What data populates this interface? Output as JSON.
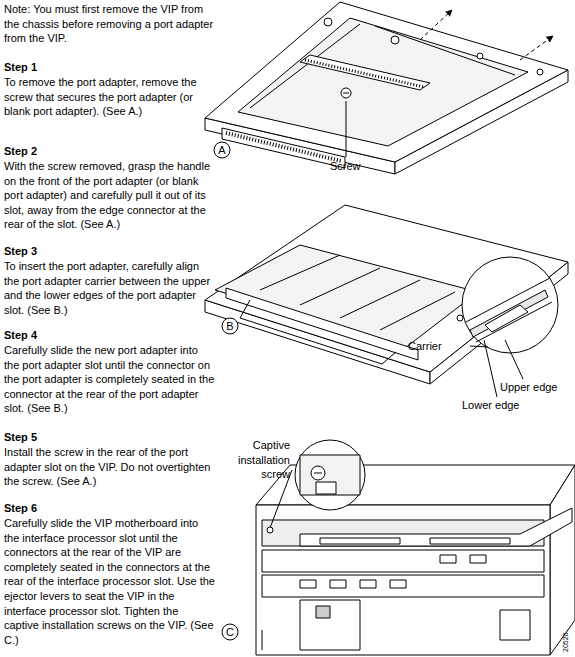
{
  "diagram": {
    "labels": [
      "Note: You must first remove the VIP from the chassis before removing a port adapter from the VIP.",
      "Step 1",
      "To remove the port adapter, remove the screw that secures the port adapter (or blank port adapter). (See A.)",
      "Step 2",
      "With the screw removed, grasp the handle on the front of the port adapter (or blank port adapter) and carefully pull it out of its slot, away from the edge connector at the rear of the slot. (See A.)",
      "Step 3",
      "To insert the port adapter, carefully align the port adapter carrier between the upper and the lower edges of the port adapter slot. (See B.)",
      "Step 4",
      "Carefully slide the new port adapter into the port adapter slot until the connector on the port adapter is completely seated in the connector at the rear of the port adapter slot. (See B.)",
      "Step 5",
      "Install the screw in the rear of the port adapter slot on the VIP. Do not overtighten the screw. (See A.)",
      "Step 6",
      "Carefully slide the VIP motherboard into the interface processor slot until the connectors at the rear of the VIP are completely seated in the connectors at the rear of the interface processor slot. Use the ejector levers to seat the VIP in the interface processor slot. Tighten the captive installation screws on the VIP. (See C.)",
      "A",
      "Screw",
      "B",
      "Carrier",
      "Upper edge",
      "Lower edge",
      "Captive installation screw",
      "C",
      "20520"
    ]
  }
}
